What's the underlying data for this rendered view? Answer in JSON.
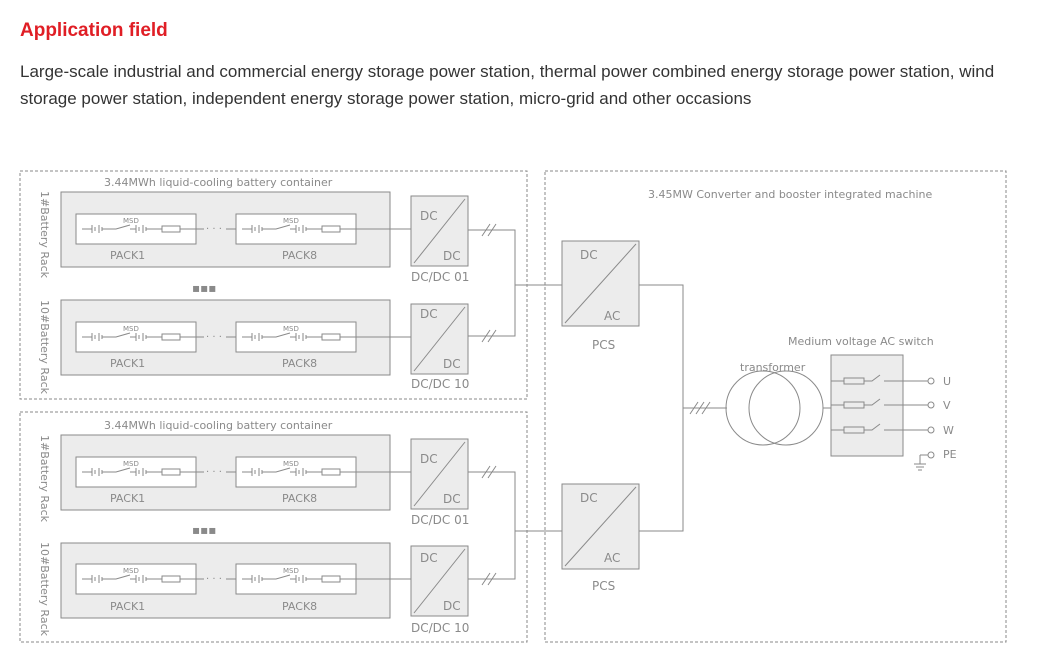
{
  "section": {
    "title": "Application field",
    "description": "Large-scale industrial and commercial energy storage power station, thermal power combined energy storage power station, wind storage power station, independent energy storage power station, micro-grid and other occasions"
  },
  "diagram": {
    "containers": [
      {
        "title": "3.44MWh liquid-cooling battery container",
        "racks": [
          {
            "label": "1#Battery Rack",
            "packs": [
              "PACK1",
              "PACK8"
            ],
            "msd": "MSD",
            "dcdc": {
              "top": "DC",
              "bottom": "DC",
              "name": "DC/DC 01"
            }
          },
          {
            "label": "10#Battery Rack",
            "packs": [
              "PACK1",
              "PACK8"
            ],
            "msd": "MSD",
            "dcdc": {
              "top": "DC",
              "bottom": "DC",
              "name": "DC/DC 10"
            }
          }
        ]
      },
      {
        "title": "3.44MWh liquid-cooling battery container",
        "racks": [
          {
            "label": "1#Battery Rack",
            "packs": [
              "PACK1",
              "PACK8"
            ],
            "msd": "MSD",
            "dcdc": {
              "top": "DC",
              "bottom": "DC",
              "name": "DC/DC 01"
            }
          },
          {
            "label": "10#Battery Rack",
            "packs": [
              "PACK1",
              "PACK8"
            ],
            "msd": "MSD",
            "dcdc": {
              "top": "DC",
              "bottom": "DC",
              "name": "DC/DC 10"
            }
          }
        ]
      }
    ],
    "machine_title": "3.45MW Converter and booster integrated machine",
    "pcs": [
      {
        "top": "DC",
        "bottom": "AC",
        "name": "PCS"
      },
      {
        "top": "DC",
        "bottom": "AC",
        "name": "PCS"
      }
    ],
    "transformer_label": "transformer",
    "switch_title": "Medium voltage AC switch",
    "phases": [
      "U",
      "V",
      "W"
    ],
    "pe_label": "PE",
    "line_color": "#8a8a8a",
    "fill_color": "#ececec",
    "accent_color": "#e01e25"
  }
}
